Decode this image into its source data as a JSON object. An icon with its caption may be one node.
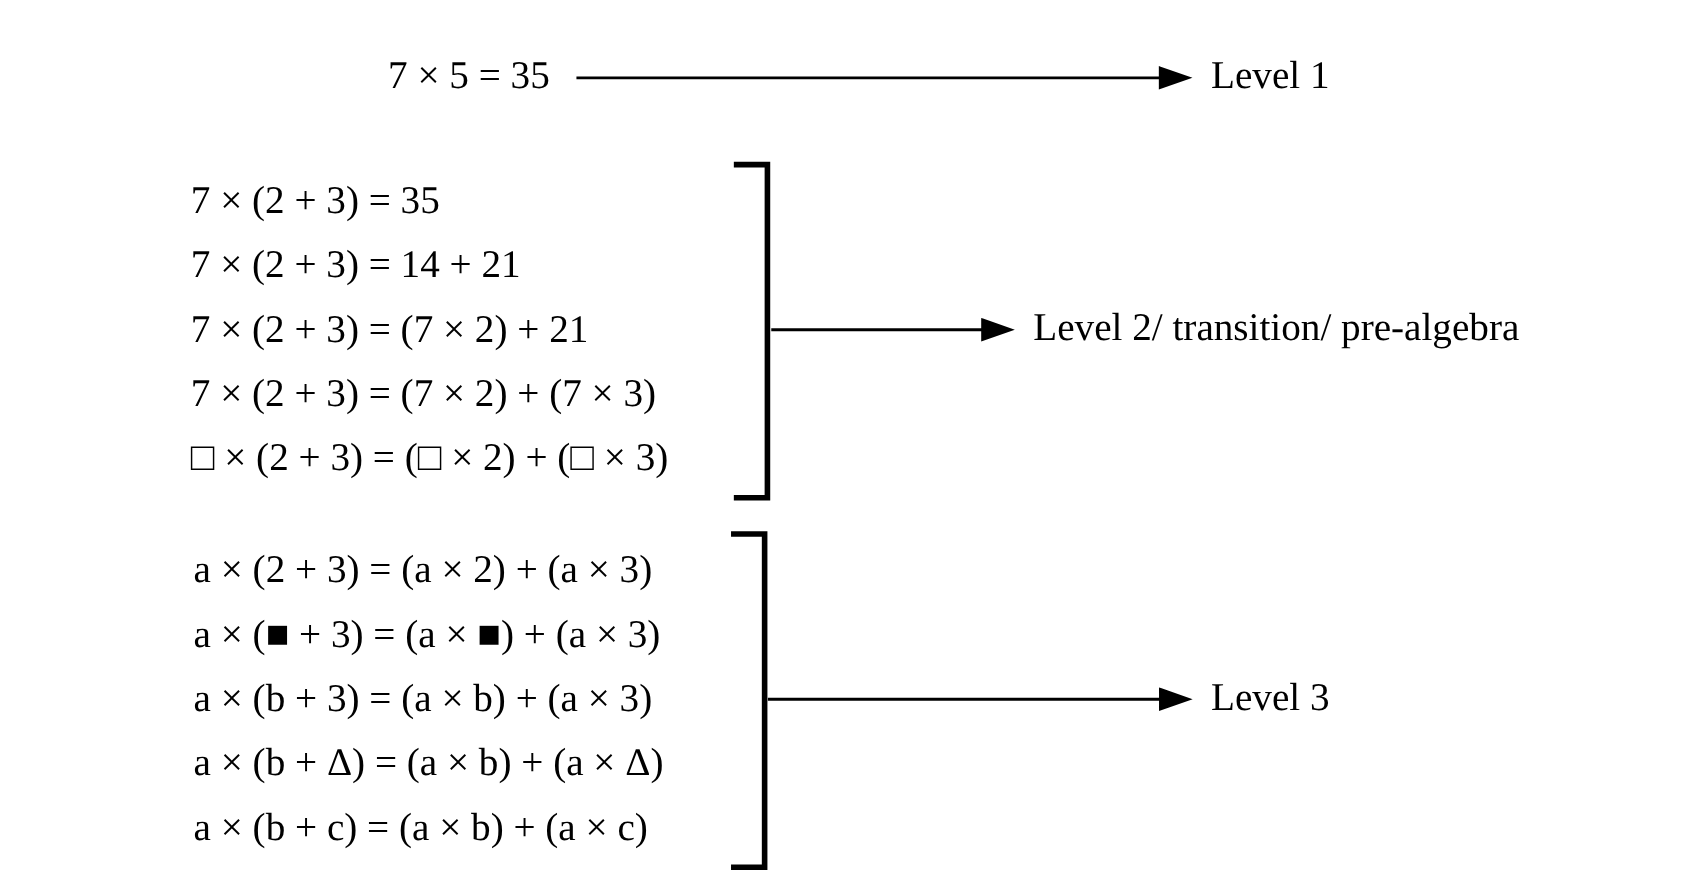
{
  "diagram": {
    "nodes": [
      {
        "text": [
          "7 × 5 = 35"
        ]
      },
      {
        "text": [
          "Level 1"
        ]
      },
      {
        "text": [
          "7 × (2 + 3) = 35",
          "7 × (2 + 3) = 14 + 21",
          "7 × (2 + 3) = (7 × 2) + 21",
          "7 × (2 + 3) = (7 × 2) + (7 × 3)",
          "□ × (2 + 3) = (□ × 2) + (□ × 3)"
        ]
      },
      {
        "text": [
          "Level 2/ transition/ pre-algebra"
        ]
      },
      {
        "text": [
          "a × (2 + 3) = (a × 2) + (a × 3)",
          "a × (■ + 3) = (a × ■) + (a × 3)",
          "a × (b + 3) = (a × b) + (a × 3)",
          "a × (b + Δ) = (a × b) + (a × Δ)",
          "a × (b + c) = (a × b) + (a × c)"
        ]
      },
      {
        "text": [
          "Level 3"
        ]
      }
    ],
    "edges": [
      {
        "from": 0,
        "to": 1,
        "arrow": "to"
      },
      {
        "from": 2,
        "to": 3,
        "arrow": "to"
      },
      {
        "from": 4,
        "to": 5,
        "arrow": "to"
      }
    ]
  }
}
